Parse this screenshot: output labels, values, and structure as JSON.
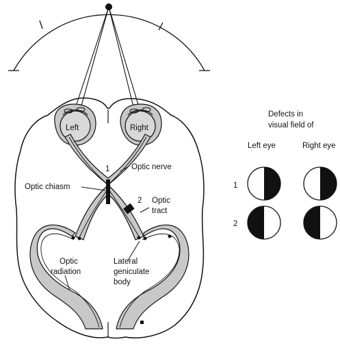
{
  "eyes": {
    "left": "Left",
    "right": "Right"
  },
  "labels": {
    "optic_nerve": "Optic nerve",
    "optic_chiasm": "Optic chiasm",
    "optic_tract_1": "Optic",
    "optic_tract_2": "tract",
    "optic_radiation_1": "Optic",
    "optic_radiation_2": "radiation",
    "lgb_1": "Lateral",
    "lgb_2": "geniculate",
    "lgb_3": "body",
    "lesion_1": "1",
    "lesion_2": "2"
  },
  "defects": {
    "title_1": "Defects in",
    "title_2": "visual field of",
    "left_eye": "Left eye",
    "right_eye": "Right eye",
    "rows": [
      {
        "label": "1",
        "left_eye_black": "right",
        "right_eye_black": "right"
      },
      {
        "label": "2",
        "left_eye_black": "left",
        "right_eye_black": "left"
      }
    ]
  }
}
